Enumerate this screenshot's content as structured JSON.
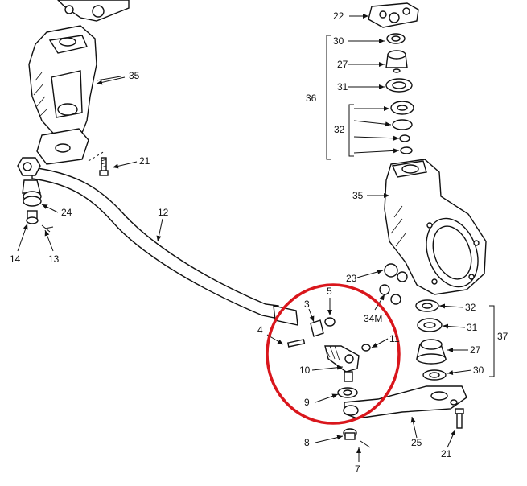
{
  "diagram": {
    "labels": {
      "l35a": "35",
      "l21a": "21",
      "l12": "12",
      "l24": "24",
      "l14": "14",
      "l13": "13",
      "l22": "22",
      "l30a": "30",
      "l27a": "27",
      "l31a": "31",
      "l36": "36",
      "l32a": "32",
      "l35b": "35",
      "l23": "23",
      "l34m": "34M",
      "l32b": "32",
      "l31b": "31",
      "l37": "37",
      "l27b": "27",
      "l30b": "30",
      "l3": "3",
      "l5": "5",
      "l4": "4",
      "l11": "11",
      "l10": "10",
      "l9": "9",
      "l8": "8",
      "l7": "7",
      "l25": "25",
      "l21b": "21"
    },
    "highlight_color": "#d9161c",
    "line_color": "#111111"
  }
}
